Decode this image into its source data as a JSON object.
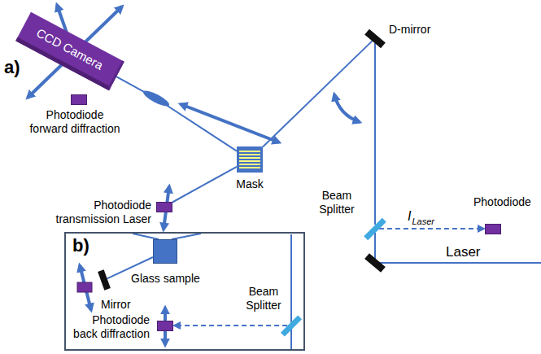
{
  "diagram": {
    "nodes": [
      {
        "text": [
          "CCD Camera"
        ]
      },
      {
        "text": [
          "Photodiode forward diffraction"
        ]
      },
      {
        "text": [
          "Mask"
        ]
      },
      {
        "text": [
          "Photodiode transmission Laser"
        ]
      },
      {
        "text": [
          "D-mirror"
        ]
      },
      {
        "text": [
          "Beam Splitter"
        ]
      },
      {
        "text": [
          "Photodiode"
        ]
      },
      {
        "text": [
          "b)"
        ]
      },
      {
        "text": [
          "Glass sample"
        ],
        "in": 7
      },
      {
        "text": [
          "Mirror"
        ],
        "in": 7
      },
      {
        "text": [
          "Photodiode back diffraction"
        ],
        "in": 7
      },
      {
        "text": [
          "Beam Splitter"
        ],
        "in": 7
      }
    ],
    "edges": [
      {
        "from": 5,
        "to": 4,
        "arrow": "none"
      },
      {
        "from": 4,
        "to": 2,
        "arrow": "none"
      },
      {
        "from": 2,
        "to": 0,
        "arrow": "none"
      },
      {
        "from": 2,
        "to": 3,
        "arrow": "none"
      },
      {
        "from": 5,
        "to": 6,
        "arrow": "to",
        "label": "I"
      },
      {
        "from": 8,
        "to": 9,
        "arrow": "none"
      },
      {
        "from": 11,
        "to": 10,
        "arrow": "to"
      }
    ],
    "labels": [
      "a)",
      "Laser",
      "Laser"
    ]
  }
}
